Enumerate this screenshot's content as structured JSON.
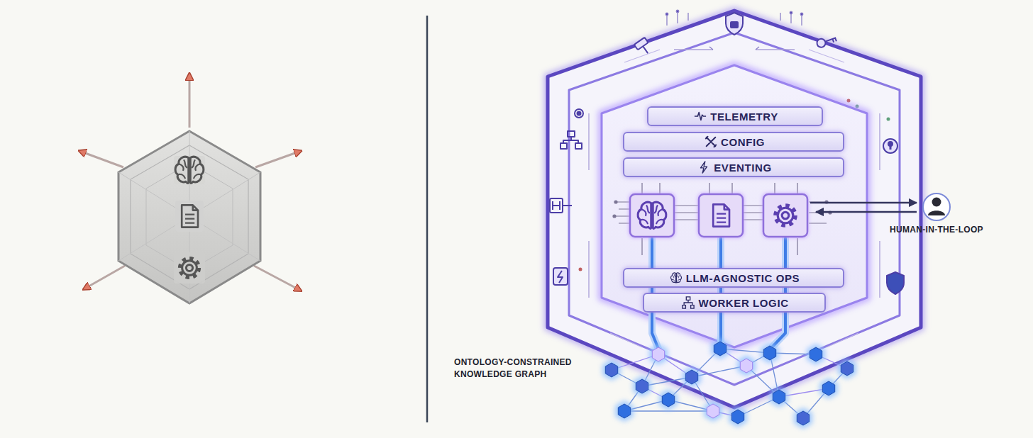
{
  "diagram": {
    "nodes": [
      {
        "text": [
          "TELEMETRY"
        ]
      },
      {
        "text": [
          "CONFIG"
        ]
      },
      {
        "text": [
          "EVENTING"
        ]
      },
      {
        "text": [
          "LLM-AGNOSTIC OPS"
        ]
      },
      {
        "text": [
          "WORKER LOGIC"
        ]
      }
    ],
    "labels": [
      "HUMAN-IN-THE-LOOP",
      "ONTOLOGY-CONSTRAINED KNOWLEDGE GRAPH"
    ]
  }
}
